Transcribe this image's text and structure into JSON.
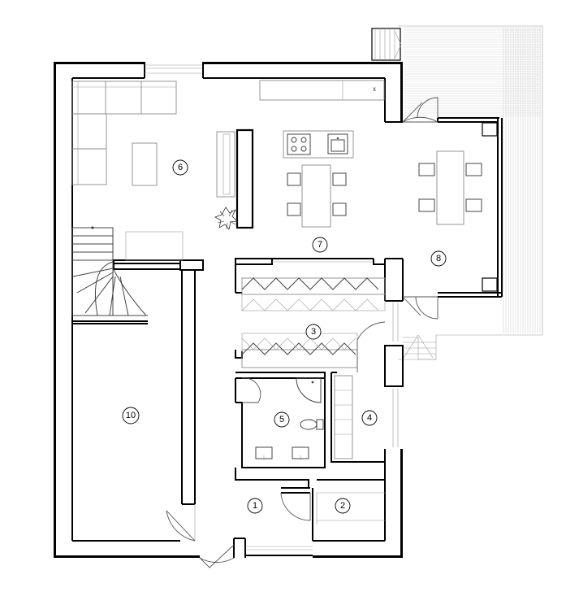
{
  "rooms": [
    {
      "id": "room-1",
      "label": "1"
    },
    {
      "id": "room-2",
      "label": "2"
    },
    {
      "id": "room-3",
      "label": "3"
    },
    {
      "id": "room-4",
      "label": "4"
    },
    {
      "id": "room-5",
      "label": "5"
    },
    {
      "id": "room-6",
      "label": "6"
    },
    {
      "id": "room-7",
      "label": "7"
    },
    {
      "id": "room-8",
      "label": "8"
    },
    {
      "id": "room-10",
      "label": "10"
    }
  ],
  "marks": {
    "hood_x": "x"
  }
}
